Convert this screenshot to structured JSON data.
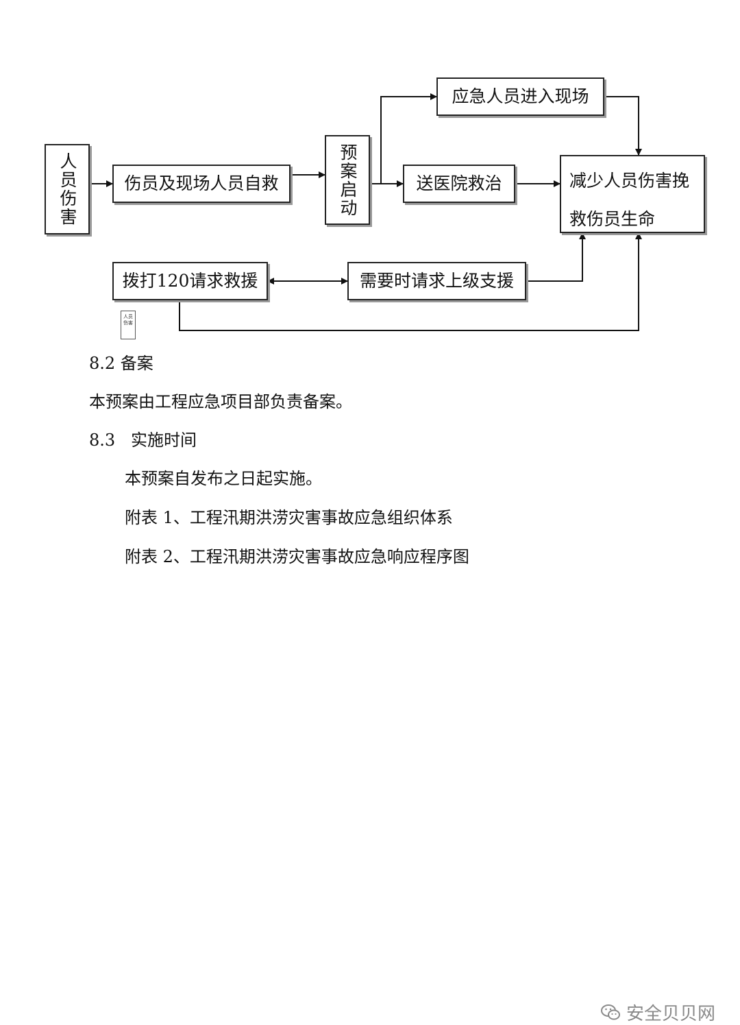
{
  "flowchart": {
    "injury": "人员伤害",
    "self_rescue": "伤员及现场人员自救",
    "plan_start": "预案启动",
    "enter_site": "应急人员进入现场",
    "hospital": "送医院救治",
    "reduce": "减少人员伤害挽救伤员生命",
    "call_120": "拨打120请求救援",
    "superior": "需要时请求上级支援",
    "small_box": "人员伤害"
  },
  "text": {
    "h82": "8.2 备案",
    "p82": "本预案由工程应急项目部负责备案。",
    "h83": "8.3   实施时间",
    "p83": "本预案自发布之日起实施。",
    "attach1": "附表 1、工程汛期洪涝灾害事故应急组织体系",
    "attach2": "附表 2、工程汛期洪涝灾害事故应急响应程序图"
  },
  "watermark": {
    "text": "安全贝贝网",
    "icon": "wechat-icon"
  }
}
